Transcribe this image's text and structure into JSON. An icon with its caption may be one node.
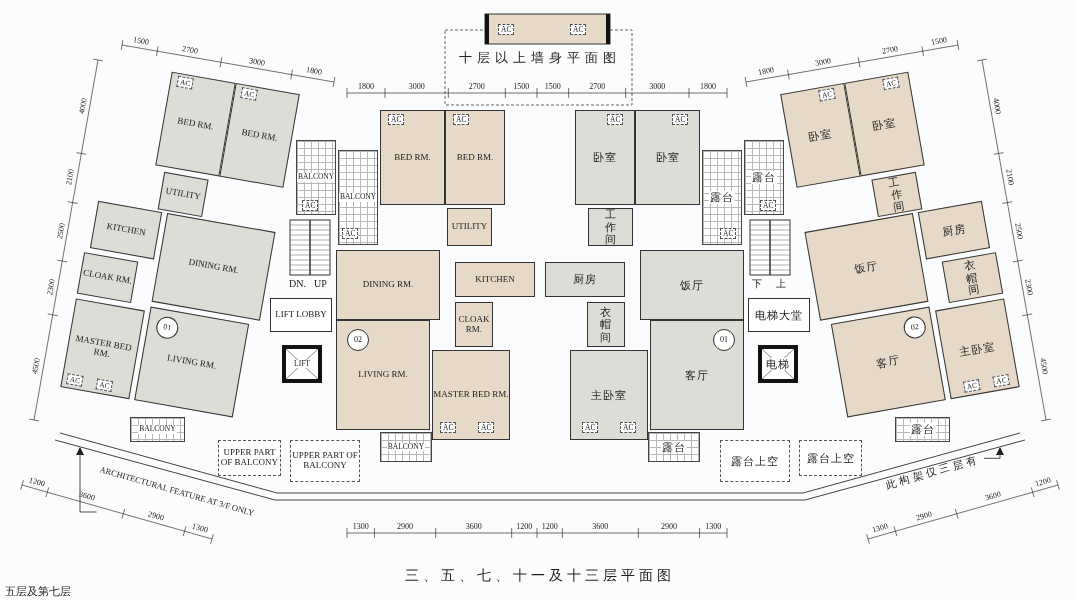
{
  "diagram": {
    "title": "三、五、七、十一及十三层平面图",
    "nodes": [
      {
        "text": [
          "BED RM."
        ]
      },
      {
        "text": [
          "BED RM."
        ]
      },
      {
        "text": [
          "UTILITY"
        ]
      },
      {
        "text": [
          "KITCHEN"
        ]
      },
      {
        "text": [
          "CLOAK RM."
        ]
      },
      {
        "text": [
          "DINING RM."
        ]
      },
      {
        "text": [
          "BALCONY"
        ]
      },
      {
        "text": [
          "LIVING RM."
        ]
      },
      {
        "text": [
          "01"
        ],
        "in": 7
      },
      {
        "text": [
          "MASTER BED RM."
        ]
      },
      {
        "text": [
          "BALCONY"
        ]
      },
      {
        "text": [
          "LIFT LOBBY"
        ]
      },
      {
        "text": [
          "LIFT"
        ]
      },
      {
        "text": [
          "UPPER PART OF BALCONY"
        ]
      },
      {
        "text": [
          "UPPER PART OF BALCONY"
        ]
      },
      {
        "text": [
          "BALCONY"
        ]
      },
      {
        "text": [
          "BED RM."
        ]
      },
      {
        "text": [
          "BED RM."
        ]
      },
      {
        "text": [
          "UTILITY"
        ]
      },
      {
        "text": [
          "DINING RM."
        ]
      },
      {
        "text": [
          "KITCHEN"
        ]
      },
      {
        "text": [
          "LIVING RM."
        ]
      },
      {
        "text": [
          "02"
        ],
        "in": 21
      },
      {
        "text": [
          "CLOAK RM."
        ]
      },
      {
        "text": [
          "MASTER BED RM."
        ]
      },
      {
        "text": [
          "BALCONY"
        ]
      },
      {
        "text": [
          "卧室"
        ]
      },
      {
        "text": [
          "卧室"
        ]
      },
      {
        "text": [
          "工作间"
        ]
      },
      {
        "text": [
          "露台"
        ]
      },
      {
        "text": [
          "露台"
        ]
      },
      {
        "text": [
          "厨房"
        ]
      },
      {
        "text": [
          "饭厅"
        ]
      },
      {
        "text": [
          "衣帽间"
        ]
      },
      {
        "text": [
          "客厅"
        ]
      },
      {
        "text": [
          "01"
        ],
        "in": 34
      },
      {
        "text": [
          "主卧室"
        ]
      },
      {
        "text": [
          "露台"
        ]
      },
      {
        "text": [
          "电梯大堂"
        ]
      },
      {
        "text": [
          "电梯"
        ]
      },
      {
        "text": [
          "露台上空"
        ]
      },
      {
        "text": [
          "露台上空"
        ]
      },
      {
        "text": [
          "卧室"
        ]
      },
      {
        "text": [
          "卧室"
        ]
      },
      {
        "text": [
          "工作间"
        ]
      },
      {
        "text": [
          "厨房"
        ]
      },
      {
        "text": [
          "饭厅"
        ]
      },
      {
        "text": [
          "衣帽间"
        ]
      },
      {
        "text": [
          "客厅"
        ]
      },
      {
        "text": [
          "02"
        ],
        "in": 48
      },
      {
        "text": [
          "主卧室"
        ]
      },
      {
        "text": [
          "露台"
        ]
      },
      {
        "text": [
          "ARCHITECTURAL FEATURE AT 3/F ONLY"
        ]
      },
      {
        "text": [
          "此构架仅三层有"
        ]
      }
    ],
    "edges": [
      {
        "from": 52,
        "to": null,
        "arrow": "to"
      },
      {
        "from": 53,
        "to": null,
        "arrow": "to"
      }
    ],
    "labels": [
      "十层以上墙身平面图",
      "AC",
      "AC",
      "AC",
      "AC",
      "AC",
      "AC",
      "AC",
      "AC",
      "AC",
      "AC",
      "AC",
      "AC",
      "AC",
      "AC",
      "AC",
      "AC",
      "AC",
      "AC",
      "AC",
      "AC",
      "AC",
      "AC",
      "DN.",
      "UP",
      "下",
      "上",
      "1500",
      "2700",
      "3000",
      "1800",
      "4000",
      "2100",
      "2500",
      "2300",
      "4500",
      "1800",
      "3000",
      "2700",
      "1500",
      "1500",
      "2700",
      "3000",
      "1800",
      "1800",
      "3000",
      "2700",
      "1500",
      "4000",
      "2100",
      "2500",
      "2300",
      "4500",
      "1200",
      "3600",
      "2900",
      "1300",
      "1300",
      "2900",
      "3600",
      "1200",
      "1200",
      "3600",
      "2900",
      "1300",
      "1300",
      "2900",
      "3600",
      "1200",
      "五层及第七层"
    ]
  }
}
